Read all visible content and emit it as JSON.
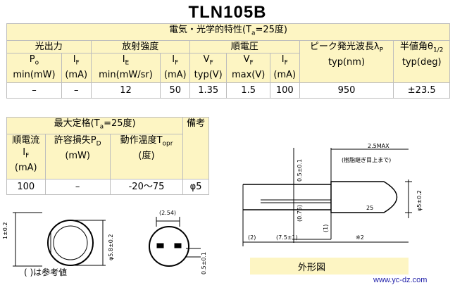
{
  "title": "TLN105B",
  "elec_optical": {
    "header_prefix": "電気・光学的特性(T",
    "header_sub": "a",
    "header_suffix": "=25度)",
    "groups": {
      "light_output": "光出力",
      "radiant_intensity": "放射強度",
      "forward_voltage": "順電圧",
      "peak_wavelength_prefix": "ピーク発光波長λ",
      "peak_wavelength_sub": "P",
      "half_angle_prefix": "半値角θ",
      "half_angle_sub": "1/2"
    },
    "sub": {
      "po_main": "P",
      "po_sub": "o",
      "po_unit": "min(mW)",
      "if1_main": "I",
      "if1_sub": "F",
      "if1_unit": "(mA)",
      "ie_main": "I",
      "ie_sub": "E",
      "ie_unit": "min(mW/sr)",
      "if2_main": "I",
      "if2_sub": "F",
      "if2_unit": "(mA)",
      "vf1_main": "V",
      "vf1_sub": "F",
      "vf1_unit": "typ(V)",
      "vf2_main": "V",
      "vf2_sub": "F",
      "vf2_unit": "max(V)",
      "if3_main": "I",
      "if3_sub": "F",
      "if3_unit": "(mA)",
      "peak_unit": "typ(nm)",
      "half_unit": "typ(deg)"
    },
    "values": [
      "–",
      "–",
      "12",
      "50",
      "1.35",
      "1.5",
      "100",
      "950",
      "±23.5"
    ]
  },
  "max_ratings": {
    "header_prefix": "最大定格(T",
    "header_sub": "a",
    "header_suffix": "=25度)",
    "remarks": "備考",
    "col1_label": "順電流",
    "col1_main": "I",
    "col1_sub": "F",
    "col1_unit": "(mA)",
    "col2_label": "許容損失P",
    "col2_sub": "D",
    "col2_unit": "(mW)",
    "col3_label": "動作温度T",
    "col3_sub": "opr",
    "col3_unit": "(度)",
    "values": [
      "100",
      "–",
      "-20〜75",
      "φ5"
    ]
  },
  "drawing": {
    "label": "外形図",
    "note": "(  )は参考値",
    "dims": {
      "pkg_h_left": "1±0.2",
      "pkg_dia": "φ5.8±0.2",
      "lead_pitch": "(2.54)",
      "lead_thk": "0.5±0.1",
      "lead_len_top": "2.5MAX",
      "resin_note": "(樹脂継ぎ目上まで)",
      "body_dia": "φ5±0.2",
      "lead_w": "0.5±0.1",
      "lead_gap": "(1)",
      "front": "(2)",
      "body_len": "(7.5±1)",
      "total": "※2",
      "lead_label": "(0.75)",
      "lead_len": "25"
    },
    "watermark": "www.yc-dz.com"
  }
}
